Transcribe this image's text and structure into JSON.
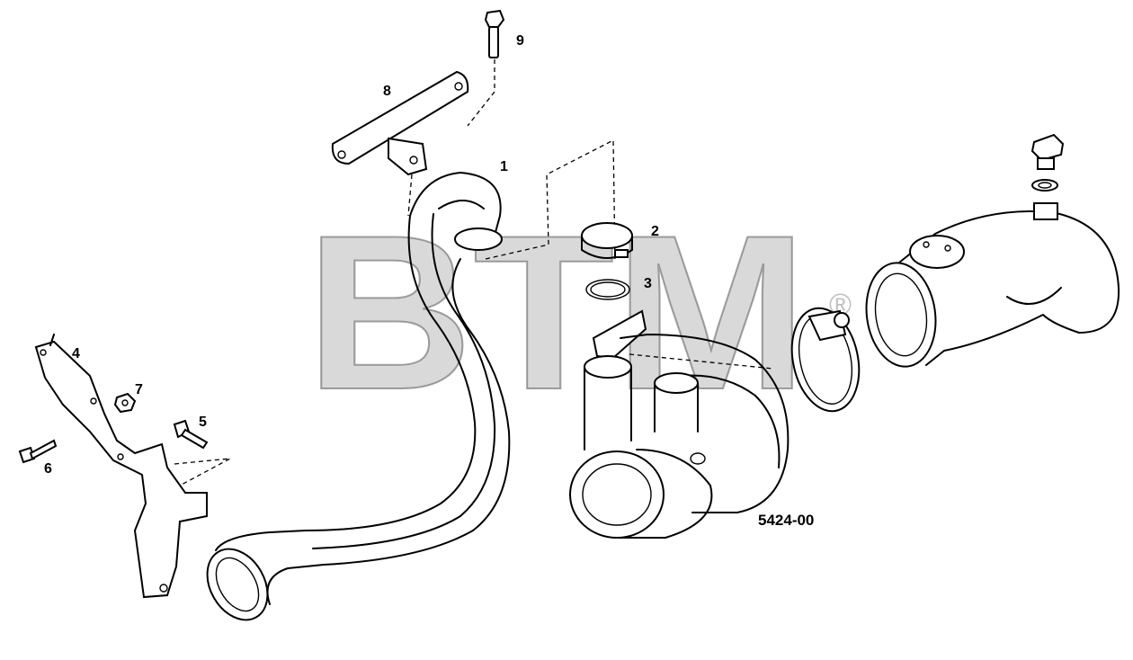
{
  "diagram": {
    "drawing_code": "5424-00",
    "watermark": {
      "text": "BTM",
      "mark": "®"
    },
    "callouts": [
      {
        "id": "1",
        "label": "1"
      },
      {
        "id": "2",
        "label": "2"
      },
      {
        "id": "3",
        "label": "3"
      },
      {
        "id": "4",
        "label": "4"
      },
      {
        "id": "5",
        "label": "5"
      },
      {
        "id": "6",
        "label": "6"
      },
      {
        "id": "7",
        "label": "7"
      },
      {
        "id": "8",
        "label": "8"
      },
      {
        "id": "9",
        "label": "9"
      }
    ],
    "parts": [
      {
        "name": "intake-pipe",
        "callout": "1"
      },
      {
        "name": "hose-clamp",
        "callout": "2"
      },
      {
        "name": "o-ring",
        "callout": "3"
      },
      {
        "name": "mounting-bracket",
        "callout": "4"
      },
      {
        "name": "bolt",
        "callout": "5"
      },
      {
        "name": "bolt",
        "callout": "6"
      },
      {
        "name": "nut",
        "callout": "7"
      },
      {
        "name": "support-bracket",
        "callout": "8"
      },
      {
        "name": "bolt",
        "callout": "9"
      },
      {
        "name": "turbocharger",
        "callout": ""
      },
      {
        "name": "hose-clamp-large",
        "callout": ""
      },
      {
        "name": "elbow-pipe",
        "callout": ""
      },
      {
        "name": "plug-bolt",
        "callout": ""
      },
      {
        "name": "washer",
        "callout": ""
      }
    ]
  }
}
